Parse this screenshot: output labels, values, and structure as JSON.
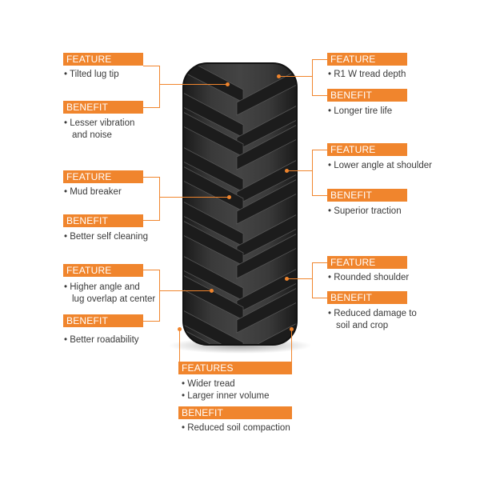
{
  "left_top": {
    "feature_label": "FEATURE",
    "feature_text": "• Tilted lug tip",
    "benefit_label": "BENEFIT",
    "benefit_line1": "• Lesser vibration",
    "benefit_line2": "and noise"
  },
  "left_mid": {
    "feature_label": "FEATURE",
    "feature_text": "• Mud breaker",
    "benefit_label": "BENEFIT",
    "benefit_text": "• Better self cleaning"
  },
  "left_bottom": {
    "feature_label": "FEATURE",
    "feature_line1": "• Higher angle and",
    "feature_line2": "lug overlap at center",
    "benefit_label": "BENEFIT",
    "benefit_text": "• Better roadability"
  },
  "right_top": {
    "feature_label": "FEATURE",
    "feature_text": "• R1 W tread depth",
    "benefit_label": "BENEFIT",
    "benefit_text": "• Longer tire life"
  },
  "right_mid": {
    "feature_label": "FEATURE",
    "feature_text": "• Lower angle at shoulder",
    "benefit_label": "BENEFIT",
    "benefit_text": "• Superior traction"
  },
  "right_bottom": {
    "feature_label": "FEATURE",
    "feature_text": "• Rounded shoulder",
    "benefit_label": "BENEFIT",
    "benefit_line1": "• Reduced damage to",
    "benefit_line2": "soil and crop"
  },
  "bottom": {
    "features_label": "FEATURES",
    "feature_line1": "• Wider tread",
    "feature_line2": "• Larger inner volume",
    "benefit_label": "BENEFIT",
    "benefit_text": "• Reduced soil compaction"
  },
  "colors": {
    "accent": "#f0852d",
    "tire": "#2b2b2b",
    "text": "#3a3a3a"
  }
}
